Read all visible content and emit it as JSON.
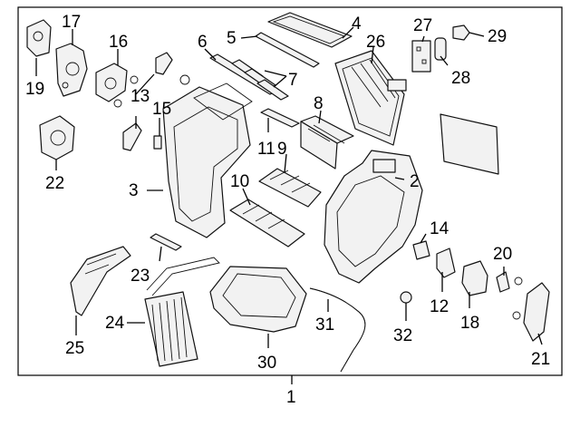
{
  "callouts": {
    "c1": "1",
    "c2": "2",
    "c3": "3",
    "c4": "4",
    "c5": "5",
    "c6": "6",
    "c7": "7",
    "c8": "8",
    "c9": "9",
    "c10": "10",
    "c11": "11",
    "c12": "12",
    "c13": "13",
    "c14": "14",
    "c15": "15",
    "c16": "16",
    "c17": "17",
    "c18": "18",
    "c19": "19",
    "c20": "20",
    "c21": "21",
    "c22": "22",
    "c23": "23",
    "c24": "24",
    "c25": "25",
    "c26": "26",
    "c27": "27",
    "c28": "28",
    "c29": "29",
    "c30": "30",
    "c31": "31",
    "c32": "32"
  }
}
